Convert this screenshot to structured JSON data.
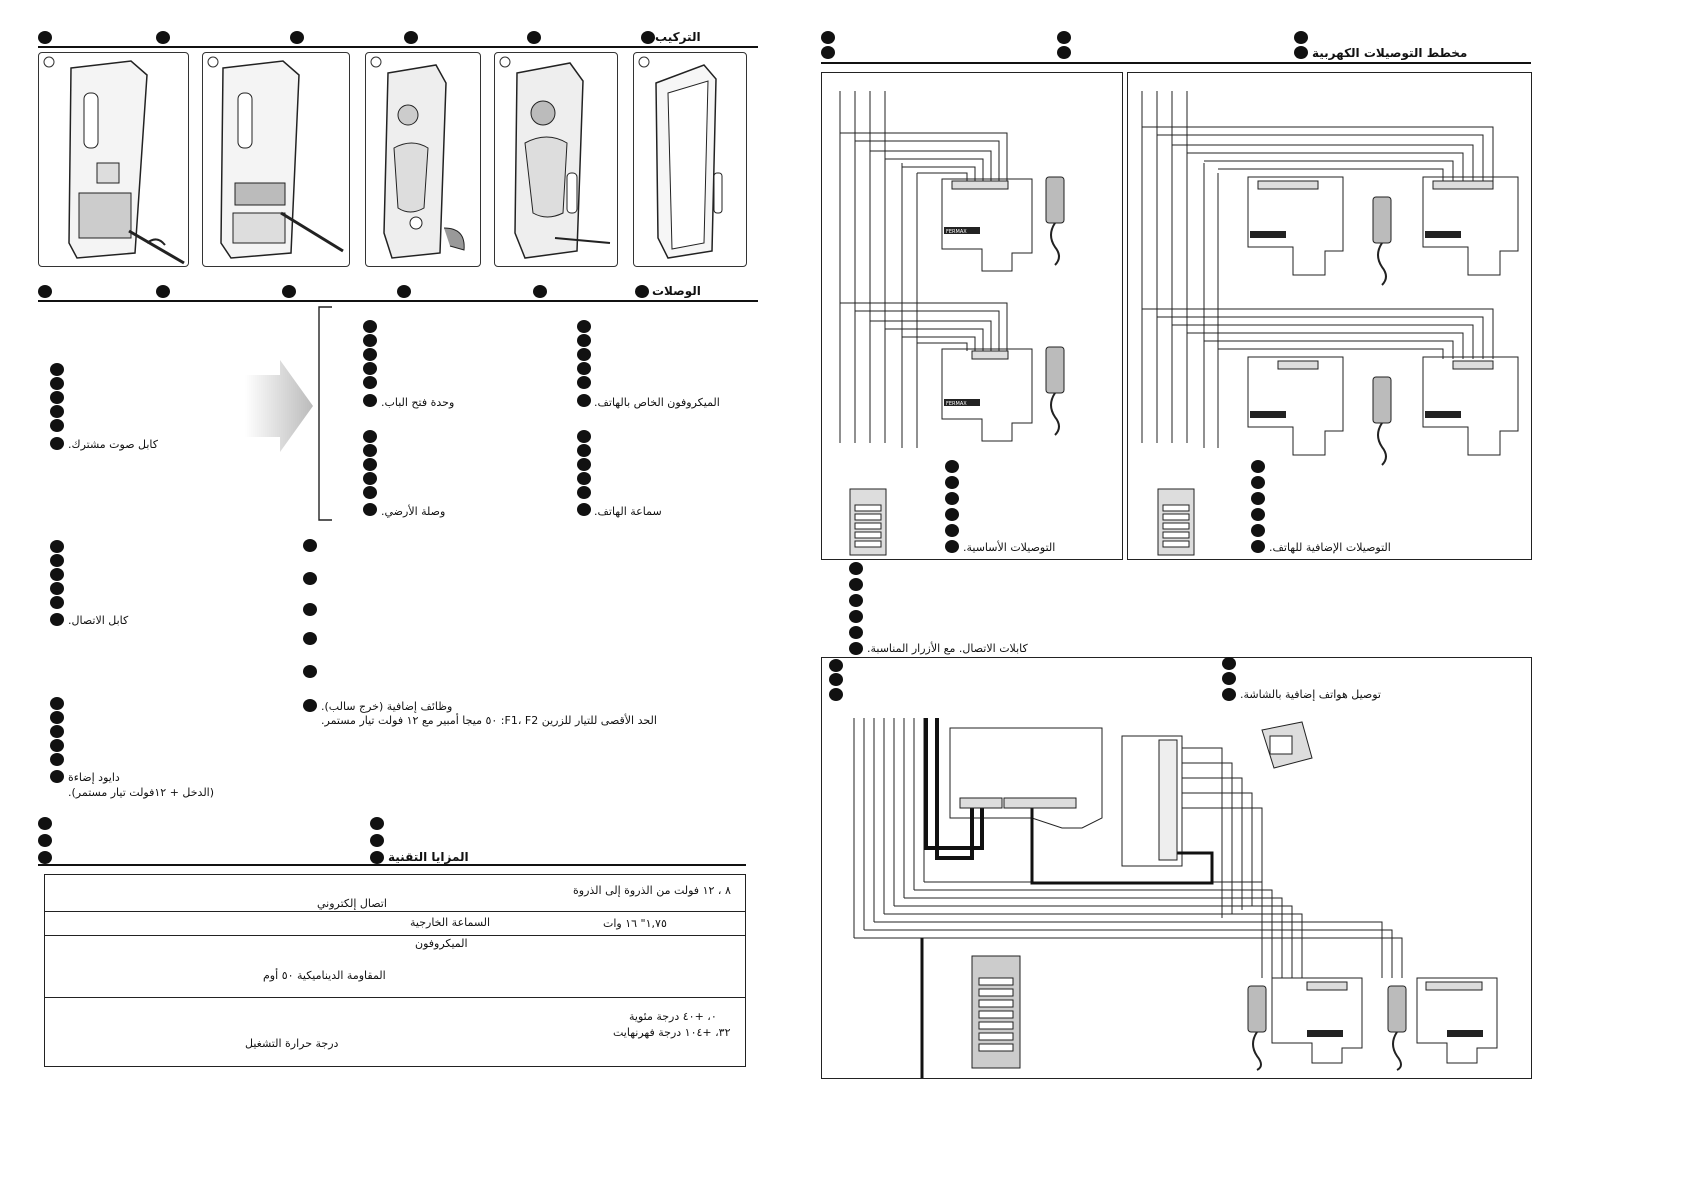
{
  "left": {
    "install": {
      "title": "التركيب"
    },
    "connections": {
      "title": "الوصلات",
      "common_audio": "كابل صوت مشترك.",
      "mic": "الميكروفون الخاص بالهاتف.",
      "door": "وحدة فتح الباب.",
      "speaker": "سماعة الهاتف.",
      "ground": "وصلة الأرضي.",
      "cable": "كابل الاتصال.",
      "extra_functions": "وظائف إضافية (خرج سالب).",
      "max_current": "الحد الأقصى للتيار للزرين F1، F2: ٥٠ ميجا أمبير مع ١٢ فولت تيار مستمر.",
      "diode": "دايود إضاءة",
      "diode_note": "(الدخل + ١٢فولت تيار مستمر)."
    },
    "specs": {
      "title": "المزايا التقنية",
      "voltage": "٨ ، ١٢ فولت من الذروة إلى الذروة",
      "electronic": "اتصال إلكتروني",
      "external_speaker": "السماعة الخارجية",
      "speaker_value": "١,٧٥\" ١٦ وات",
      "microphone": "الميكروفون",
      "impedance": "المقاومة الديناميكية ٥٠ أوم",
      "temp_c": "٠، +٤٠ درجة مئوية",
      "temp_f": "٣٢، +١٠٤ درجة فهرنهايت",
      "operating_temp": "درجة حرارة التشغيل"
    }
  },
  "right": {
    "title": "مخطط التوصيلات الكهربية",
    "basic": "التوصيلات الأساسية.",
    "additional": "التوصيلات الإضافية للهاتف.",
    "cables": "كابلات الاتصال. مع الأزرار المناسبة.",
    "screen": "توصيل هواتف إضافية بالشاشة.",
    "brand": "FERMAX"
  }
}
